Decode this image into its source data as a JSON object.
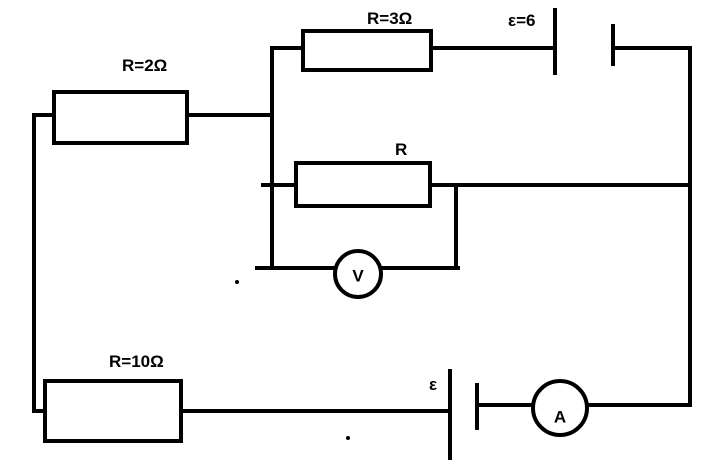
{
  "labels": {
    "r_top": "R=3Ω",
    "emf_top": "ε=6",
    "r_left": "R=2Ω",
    "r_mid": "R",
    "r_bottom": "R=10Ω",
    "emf_bottom": "ε"
  },
  "meters": {
    "voltmeter": "V",
    "ammeter": "A"
  }
}
